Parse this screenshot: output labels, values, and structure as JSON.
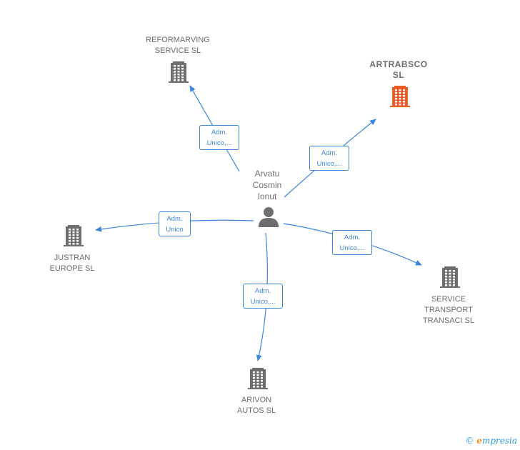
{
  "center": {
    "label": "Arvatu\nCosmin\nIonut",
    "icon": "person-icon"
  },
  "nodes": [
    {
      "id": "reformarving",
      "label": "REFORMARVING\nSERVICE  SL",
      "icon": "building-icon",
      "color": "#6e6e6e",
      "highlight": false
    },
    {
      "id": "artrabsco",
      "label": "ARTRABSCO\nSL",
      "icon": "building-icon",
      "color": "#f05a28",
      "highlight": true
    },
    {
      "id": "justran",
      "label": "JUSTRAN\nEUROPE  SL",
      "icon": "building-icon",
      "color": "#6e6e6e",
      "highlight": false
    },
    {
      "id": "service-transport",
      "label": "SERVICE\nTRANSPORT\nTRANSACI  SL",
      "icon": "building-icon",
      "color": "#6e6e6e",
      "highlight": false
    },
    {
      "id": "arivon",
      "label": "ARIVON\nAUTOS  SL",
      "icon": "building-icon",
      "color": "#6e6e6e",
      "highlight": false
    }
  ],
  "edges": [
    {
      "to": "reformarving",
      "label": "Adm.\nUnico,..."
    },
    {
      "to": "artrabsco",
      "label": "Adm.\nUnico,..."
    },
    {
      "to": "justran",
      "label": "Adm.\nUnico"
    },
    {
      "to": "service-transport",
      "label": "Adm.\nUnico,..."
    },
    {
      "to": "arivon",
      "label": "Adm.\nUnico,..."
    }
  ],
  "colors": {
    "edge": "#3b86d8",
    "node": "#6e6e6e",
    "highlight": "#f05a28"
  },
  "brand": {
    "copyright": "©",
    "name": "mpresia",
    "initial": "e"
  }
}
